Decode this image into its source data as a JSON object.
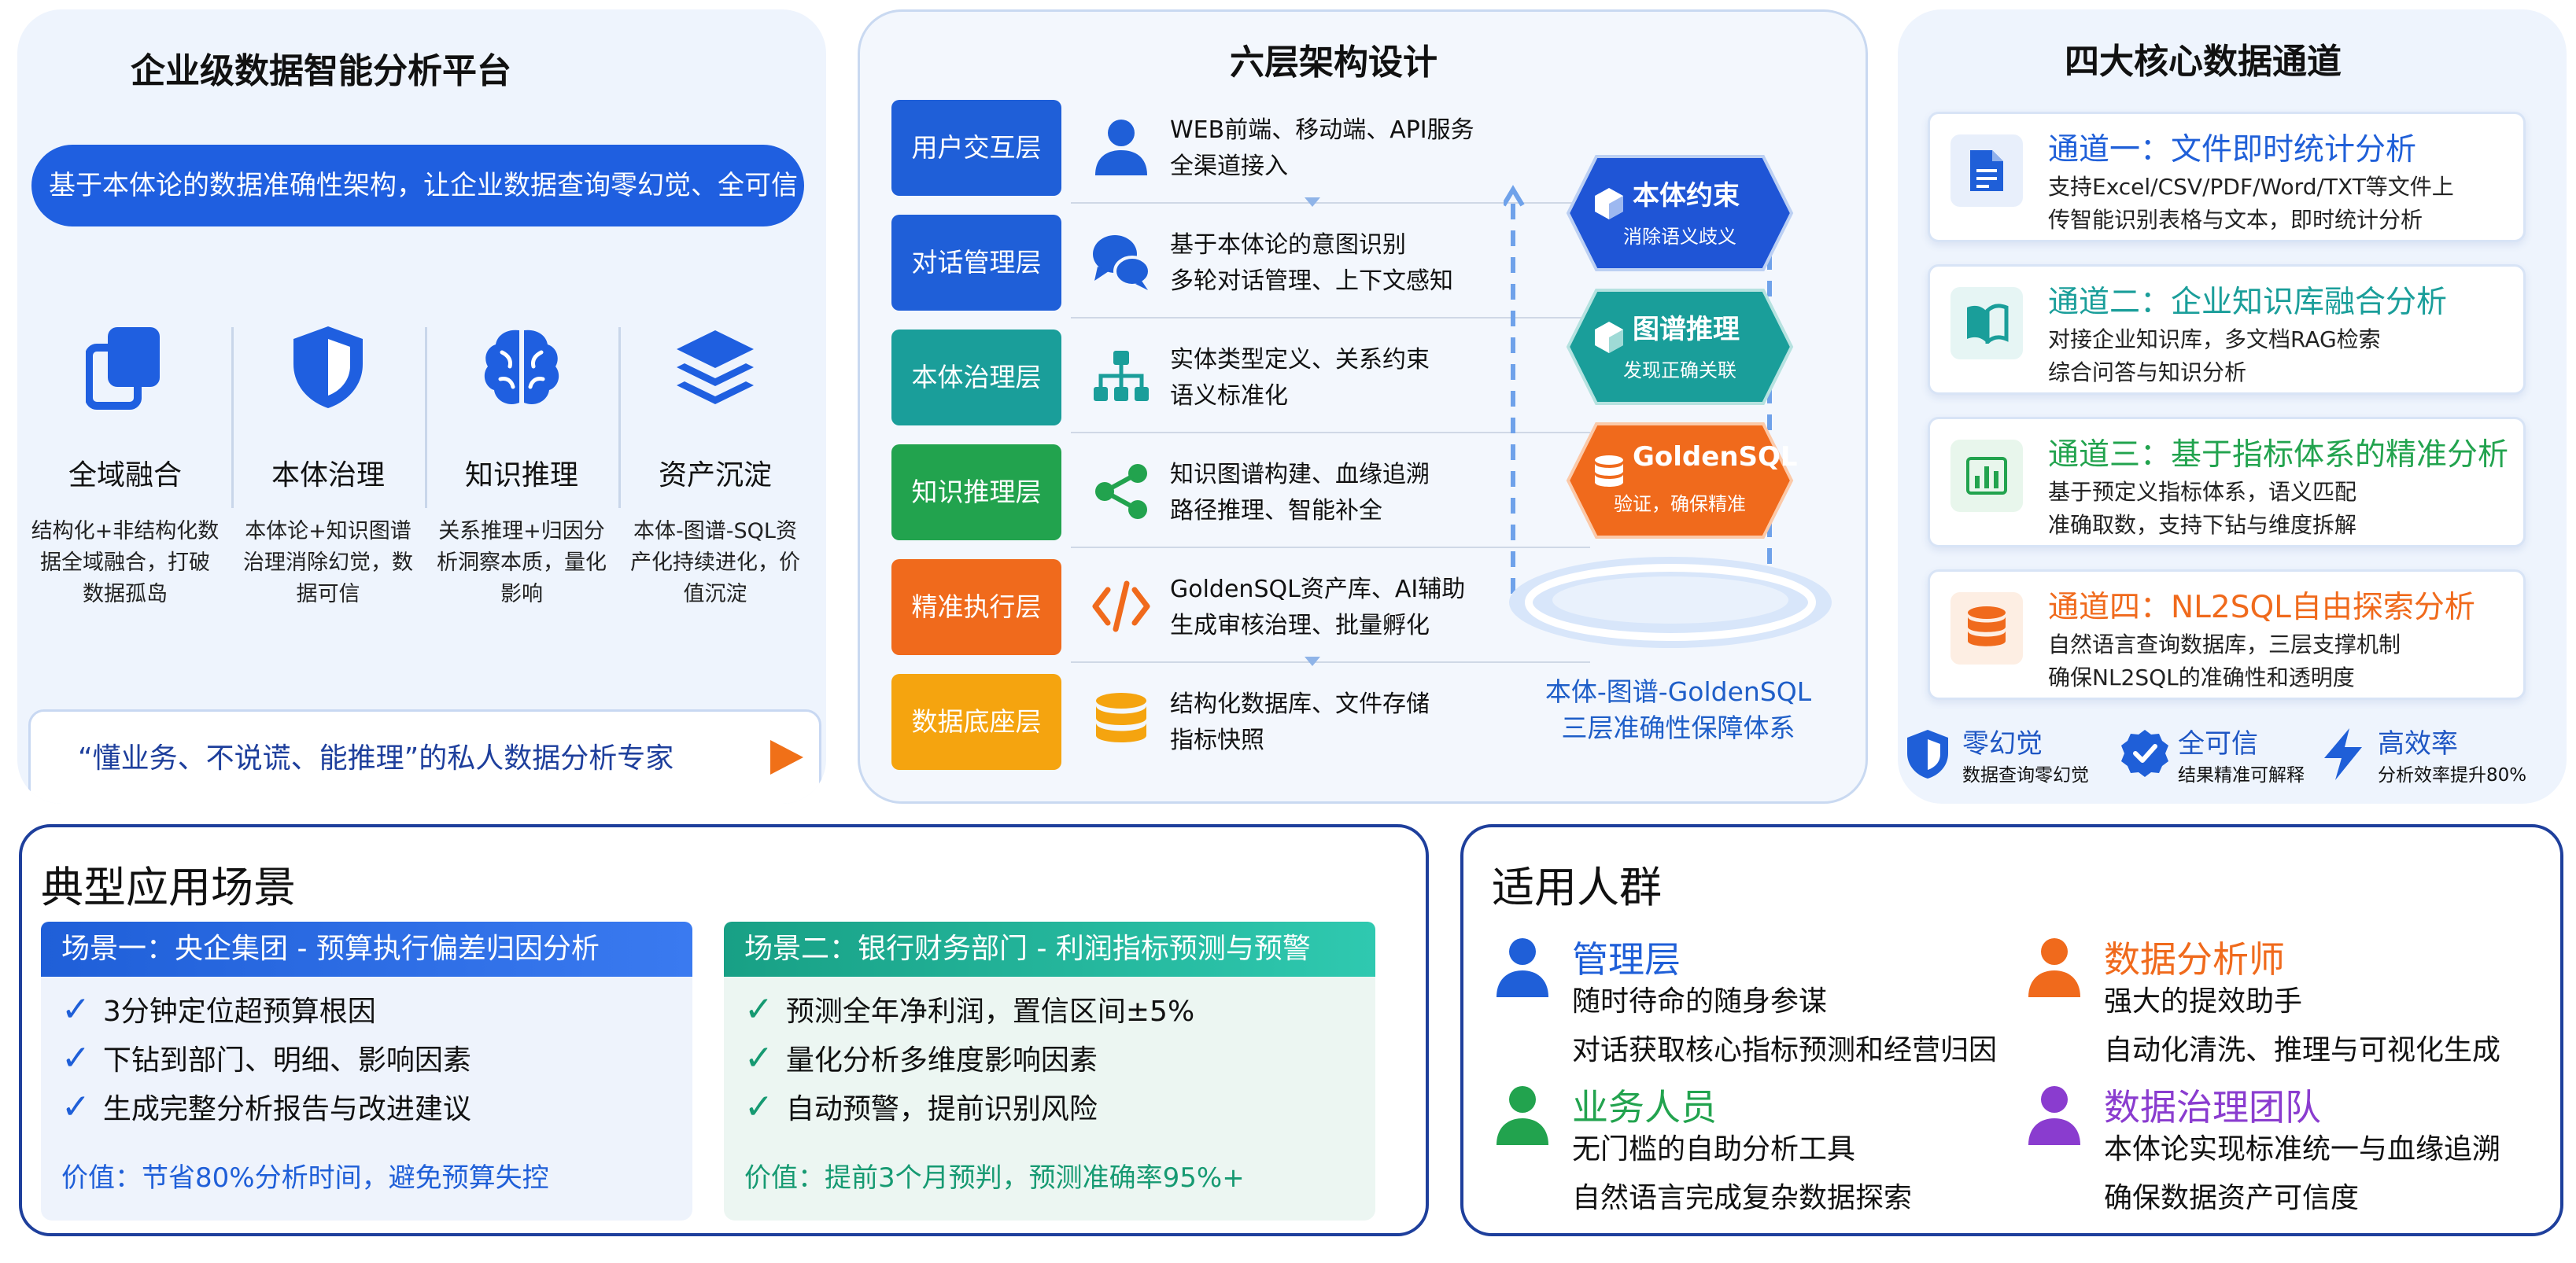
{
  "left_panel": {
    "title": "企业级数据智能分析平台",
    "banner": "基于本体论的数据准确性架构，让企业数据查询零幻觉、全可信",
    "features": [
      {
        "icon": "copy-icon",
        "title": "全域融合",
        "desc_lines": [
          "结构化+非结构化数",
          "据全域融合，打破",
          "数据孤岛"
        ]
      },
      {
        "icon": "shield-icon",
        "title": "本体治理",
        "desc_lines": [
          "本体论+知识图谱",
          "治理消除幻觉，数",
          "据可信"
        ]
      },
      {
        "icon": "brain-icon",
        "title": "知识推理",
        "desc_lines": [
          "关系推理+归因分",
          "析洞察本质，量化",
          "影响"
        ]
      },
      {
        "icon": "layers-icon",
        "title": "资产沉淀",
        "desc_lines": [
          "本体-图谱-SQL资",
          "产化持续进化，价",
          "值沉淀"
        ]
      }
    ],
    "quote": "“懂业务、不说谎、能推理”的私人数据分析专家"
  },
  "architecture": {
    "title": "六层架构设计",
    "layers": [
      {
        "name": "用户交互层",
        "color": "#1f5fd8",
        "icon": "user-icon",
        "lines": [
          "WEB前端、移动端、API服务",
          "全渠道接入"
        ]
      },
      {
        "name": "对话管理层",
        "color": "#1f5fd8",
        "icon": "chat-icon",
        "lines": [
          "基于本体论的意图识别",
          "多轮对话管理、上下文感知"
        ]
      },
      {
        "name": "本体治理层",
        "color": "#1a9e9a",
        "icon": "hierarchy-icon",
        "lines": [
          "实体类型定义、关系约束",
          "语义标准化"
        ]
      },
      {
        "name": "知识推理层",
        "color": "#22a34e",
        "icon": "share-icon",
        "lines": [
          "知识图谱构建、血缘追溯",
          "路径推理、智能补全"
        ]
      },
      {
        "name": "精准执行层",
        "color": "#f06a1c",
        "icon": "code-icon",
        "lines": [
          "GoldenSQL资产库、AI辅助",
          "生成审核治理、批量孵化"
        ]
      },
      {
        "name": "数据底座层",
        "color": "#f5a40f",
        "icon": "database-icon",
        "lines": [
          "结构化数据库、文件存储",
          "指标快照"
        ]
      }
    ],
    "hexes": [
      {
        "title": "本体约束",
        "sub": "消除语义歧义",
        "color": "#1f55d6",
        "icon": "cube-icon"
      },
      {
        "title": "图谱推理",
        "sub": "发现正确关联",
        "color": "#1a9e9a",
        "icon": "cube-icon"
      },
      {
        "title": "GoldenSQL",
        "sub": "验证，确保精准",
        "color": "#f06a1c",
        "icon": "database-icon"
      }
    ],
    "caption": [
      "本体-图谱-GoldenSQL",
      "三层准确性保障体系"
    ]
  },
  "channels": {
    "title": "四大核心数据通道",
    "items": [
      {
        "title": "通道一：文件即时统计分析",
        "color": "#1f5fd8",
        "icon": "document-icon",
        "lines": [
          "支持Excel/CSV/PDF/Word/TXT等文件上",
          "传智能识别表格与文本，即时统计分析"
        ]
      },
      {
        "title": "通道二：企业知识库融合分析",
        "color": "#1a9e9a",
        "icon": "book-icon",
        "lines": [
          "对接企业知识库，多文档RAG检索",
          "综合问答与知识分析"
        ]
      },
      {
        "title": "通道三：基于指标体系的精准分析",
        "color": "#22a34e",
        "icon": "bar-chart-icon",
        "lines": [
          "基于预定义指标体系，语义匹配",
          "准确取数，支持下钻与维度拆解"
        ]
      },
      {
        "title": "通道四：NL2SQL自由探索分析",
        "color": "#f06a1c",
        "icon": "database-icon",
        "lines": [
          "自然语言查询数据库，三层支撑机制",
          "确保NL2SQL的准确性和透明度"
        ]
      }
    ],
    "badges": [
      {
        "title": "零幻觉",
        "sub": "数据查询零幻觉",
        "icon": "shield-icon"
      },
      {
        "title": "全可信",
        "sub": "结果精准可解释",
        "icon": "check-badge-icon"
      },
      {
        "title": "高效率",
        "sub": "分析效率提升80%",
        "icon": "lightning-icon"
      }
    ]
  },
  "scenarios": {
    "title": "典型应用场景",
    "items": [
      {
        "header": "场景一：央企集团 - 预算执行偏差归因分析",
        "color": "#1f5fd8",
        "bg": "#eef3fc",
        "value_color": "#1f5fd8",
        "checks": [
          "3分钟定位超预算根因",
          "下钻到部门、明细、影响因素",
          "生成完整分析报告与改进建议"
        ],
        "value": "价值：节省80%分析时间，避免预算失控"
      },
      {
        "header": "场景二：银行财务部门 - 利润指标预测与预警",
        "color": "#19a38f",
        "bg": "#ecf6f2",
        "value_color": "#169a72",
        "checks": [
          "预测全年净利润，置信区间±5%",
          "量化分析多维度影响因素",
          "自动预警，提前识别风险"
        ],
        "value": "价值：提前3个月预判，预测准确率95%+"
      }
    ]
  },
  "audience": {
    "title": "适用人群",
    "items": [
      {
        "title": "管理层",
        "color": "#1f5fd8",
        "lines": [
          "随时待命的随身参谋",
          "对话获取核心指标预测和经营归因"
        ]
      },
      {
        "title": "数据分析师",
        "color": "#f06a1c",
        "lines": [
          "强大的提效助手",
          "自动化清洗、推理与可视化生成"
        ]
      },
      {
        "title": "业务人员",
        "color": "#22a34e",
        "lines": [
          "无门槛的自助分析工具",
          "自然语言完成复杂数据探索"
        ]
      },
      {
        "title": "数据治理团队",
        "color": "#8a3ccf",
        "lines": [
          "本体论实现标准统一与血缘追溯",
          "确保数据资产可信度"
        ]
      }
    ]
  }
}
